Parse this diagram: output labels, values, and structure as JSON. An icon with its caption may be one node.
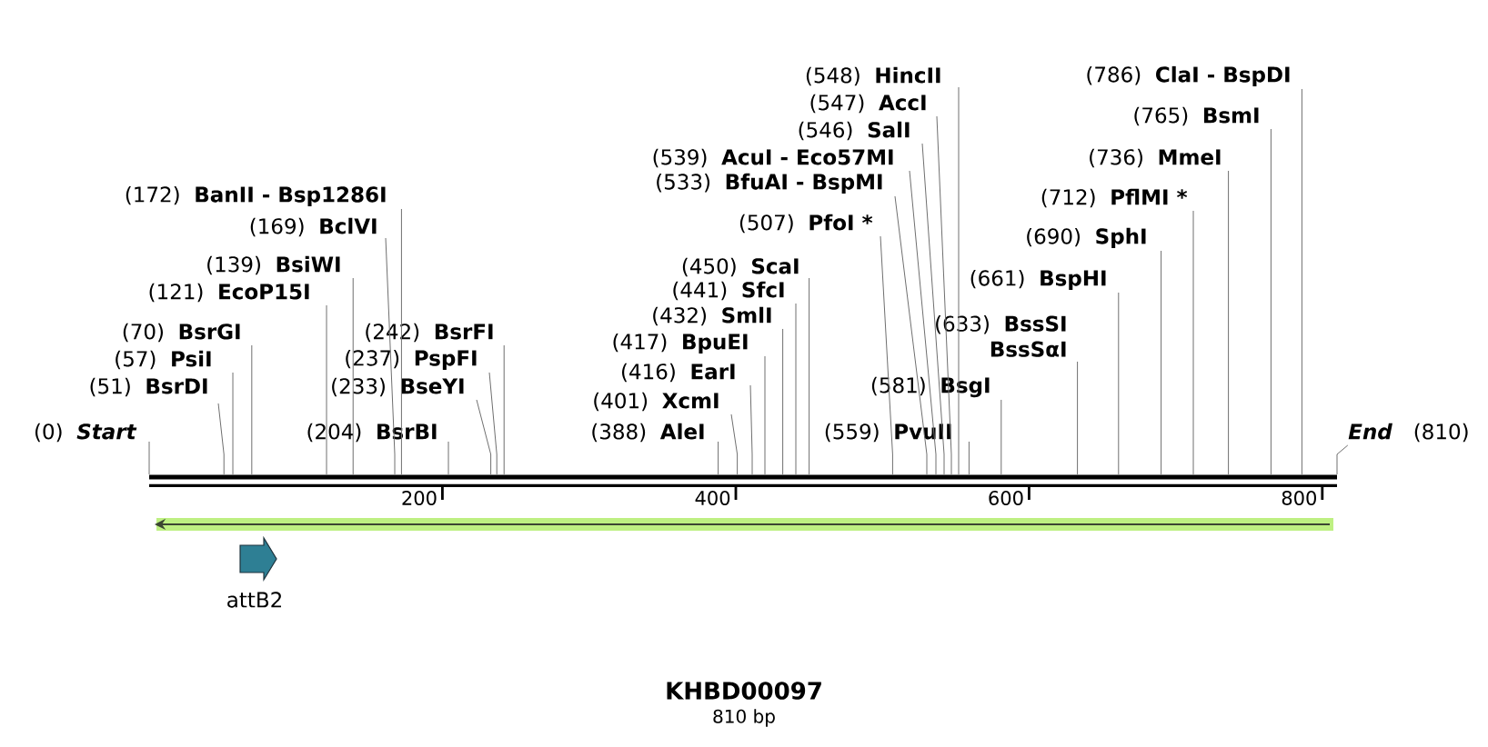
{
  "diagram": {
    "title": "KHBD00097",
    "caption": "810 bp",
    "nodes": [
      {
        "text": [
          "(0)",
          "Start"
        ]
      },
      {
        "text": [
          "(51)",
          "BsrDI"
        ]
      },
      {
        "text": [
          "(57)",
          "PsiI"
        ]
      },
      {
        "text": [
          "(70)",
          "BsrGI"
        ]
      },
      {
        "text": [
          "(121)",
          "EcoP15I"
        ]
      },
      {
        "text": [
          "(139)",
          "BsiWI"
        ]
      },
      {
        "text": [
          "(169)",
          "BclVI"
        ]
      },
      {
        "text": [
          "(172)",
          "BanII - Bsp1286I"
        ]
      },
      {
        "text": [
          "(204)",
          "BsrBI"
        ]
      },
      {
        "text": [
          "(233)",
          "BseYI"
        ]
      },
      {
        "text": [
          "(237)",
          "PspFI"
        ]
      },
      {
        "text": [
          "(242)",
          "BsrFI"
        ]
      },
      {
        "text": [
          "(388)",
          "AleI"
        ]
      },
      {
        "text": [
          "(401)",
          "XcmI"
        ]
      },
      {
        "text": [
          "(416)",
          "EarI"
        ]
      },
      {
        "text": [
          "(417)",
          "BpuEI"
        ]
      },
      {
        "text": [
          "(432)",
          "SmlI"
        ]
      },
      {
        "text": [
          "(441)",
          "SfcI"
        ]
      },
      {
        "text": [
          "(450)",
          "ScaI"
        ]
      },
      {
        "text": [
          "(507)",
          "PfoI *"
        ]
      },
      {
        "text": [
          "(533)",
          "BfuAI - BspMI"
        ]
      },
      {
        "text": [
          "(539)",
          "AcuI - Eco57MI"
        ]
      },
      {
        "text": [
          "(546)",
          "SalI"
        ]
      },
      {
        "text": [
          "(547)",
          "AccI"
        ]
      },
      {
        "text": [
          "(548)",
          "HincII"
        ]
      },
      {
        "text": [
          "(559)",
          "PvuII"
        ]
      },
      {
        "text": [
          "(581)",
          "BsgI"
        ]
      },
      {
        "text": [
          "(633)",
          "BssSI",
          "BssSαI"
        ]
      },
      {
        "text": [
          "(661)",
          "BspHI"
        ]
      },
      {
        "text": [
          "(690)",
          "SphI"
        ]
      },
      {
        "text": [
          "(712)",
          "PflMI *"
        ]
      },
      {
        "text": [
          "(736)",
          "MmeI"
        ]
      },
      {
        "text": [
          "(765)",
          "BsmI"
        ]
      },
      {
        "text": [
          "(786)",
          "ClaI - BspDI"
        ]
      },
      {
        "text": [
          "End",
          "(810)"
        ]
      },
      {
        "text": [],
        "shape": "bar",
        "beside": [
          "200",
          "400",
          "600",
          "800"
        ]
      },
      {
        "text": [
          "attB2"
        ]
      }
    ],
    "edges": [
      {
        "from": 0,
        "to": 35,
        "arrow": "none"
      },
      {
        "from": 1,
        "to": 35,
        "arrow": "none"
      },
      {
        "from": 2,
        "to": 35,
        "arrow": "none"
      },
      {
        "from": 3,
        "to": 35,
        "arrow": "none"
      },
      {
        "from": 4,
        "to": 35,
        "arrow": "none"
      },
      {
        "from": 5,
        "to": 35,
        "arrow": "none"
      },
      {
        "from": 6,
        "to": 35,
        "arrow": "none"
      },
      {
        "from": 7,
        "to": 35,
        "arrow": "none"
      },
      {
        "from": 8,
        "to": 35,
        "arrow": "none"
      },
      {
        "from": 9,
        "to": 35,
        "arrow": "none"
      },
      {
        "from": 10,
        "to": 35,
        "arrow": "none"
      },
      {
        "from": 11,
        "to": 35,
        "arrow": "none"
      },
      {
        "from": 12,
        "to": 35,
        "arrow": "none"
      },
      {
        "from": 13,
        "to": 35,
        "arrow": "none"
      },
      {
        "from": 14,
        "to": 35,
        "arrow": "none"
      },
      {
        "from": 15,
        "to": 35,
        "arrow": "none"
      },
      {
        "from": 16,
        "to": 35,
        "arrow": "none"
      },
      {
        "from": 17,
        "to": 35,
        "arrow": "none"
      },
      {
        "from": 18,
        "to": 35,
        "arrow": "none"
      },
      {
        "from": 19,
        "to": 35,
        "arrow": "none"
      },
      {
        "from": 20,
        "to": 35,
        "arrow": "none"
      },
      {
        "from": 21,
        "to": 35,
        "arrow": "none"
      },
      {
        "from": 22,
        "to": 35,
        "arrow": "none"
      },
      {
        "from": 23,
        "to": 35,
        "arrow": "none"
      },
      {
        "from": 24,
        "to": 35,
        "arrow": "none"
      },
      {
        "from": 25,
        "to": 35,
        "arrow": "none"
      },
      {
        "from": 26,
        "to": 35,
        "arrow": "none"
      },
      {
        "from": 27,
        "to": 35,
        "arrow": "none"
      },
      {
        "from": 28,
        "to": 35,
        "arrow": "none"
      },
      {
        "from": 29,
        "to": 35,
        "arrow": "none"
      },
      {
        "from": 30,
        "to": 35,
        "arrow": "none"
      },
      {
        "from": 31,
        "to": 35,
        "arrow": "none"
      },
      {
        "from": 32,
        "to": 35,
        "arrow": "none"
      },
      {
        "from": 33,
        "to": 35,
        "arrow": "none"
      },
      {
        "from": 34,
        "to": 35,
        "arrow": "none"
      }
    ]
  }
}
